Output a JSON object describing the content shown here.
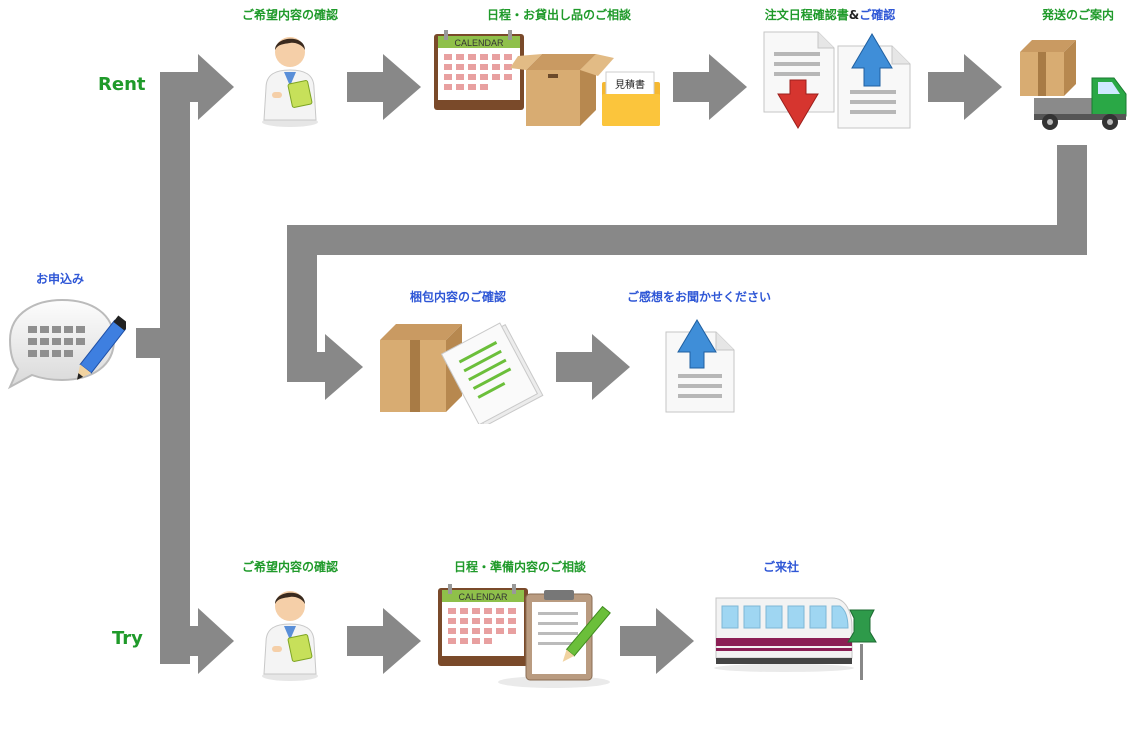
{
  "entry": {
    "label": "お申込み",
    "icon": "speech-bubble-keyboard-pencil-icon"
  },
  "branches": {
    "rent": "Rent",
    "try": "Try"
  },
  "rent_steps": [
    {
      "label": "ご希望内容の確認",
      "icon": "doctor-reading-icon"
    },
    {
      "label": "日程・お貸出し品のご相談",
      "icon": "calendar-box-folder-icon",
      "folder_tag": "見積書",
      "calendar_text": "CALENDAR"
    },
    {
      "label_a": "注文日程確認書",
      "label_amp": "&",
      "label_b": "ご確認",
      "icon": "download-upload-documents-icon"
    },
    {
      "label": "発送のご案内",
      "icon": "delivery-truck-icon"
    }
  ],
  "return_steps": [
    {
      "label": "梱包内容のご確認",
      "icon": "box-checklist-icon"
    },
    {
      "label": "ご感想をお聞かせください",
      "icon": "upload-document-icon"
    }
  ],
  "try_steps": [
    {
      "label": "ご希望内容の確認",
      "icon": "doctor-reading-icon"
    },
    {
      "label": "日程・準備内容のご相談",
      "icon": "calendar-clipboard-icon",
      "calendar_text": "CALENDAR"
    },
    {
      "label": "ご来社",
      "icon": "train-pin-icon"
    }
  ],
  "colors": {
    "arrow": "#888888",
    "green_label": "#1f9a2a",
    "blue_label": "#2f57d6"
  }
}
